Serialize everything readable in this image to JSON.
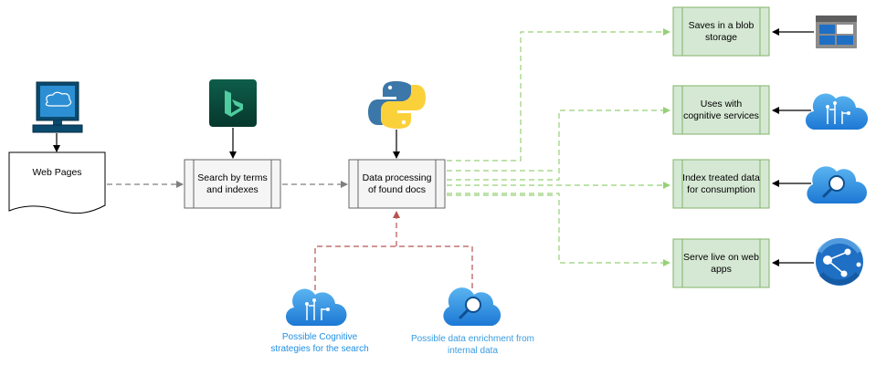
{
  "nodes": {
    "web_pages": "Web Pages",
    "search": "Search by terms and indexes",
    "processing": "Data processing of found docs",
    "blob": "Saves in a blob storage",
    "cognitive": "Uses with cognitive services",
    "index": "Index treated data for consumption",
    "serve": "Serve live on web apps"
  },
  "captions": {
    "cognitive_strategies": "Possible Cognitive strategies for the search",
    "enrichment": "Possible data enrichment from internal data"
  },
  "icons": [
    "computer-icon",
    "bing-icon",
    "python-icon",
    "blob-storage-icon",
    "cognitive-services-icon",
    "search-service-icon",
    "app-service-icon"
  ],
  "colors": {
    "green_box_fill": "#d5e8d4",
    "green_box_stroke": "#82b366",
    "grey_box_fill": "#f5f5f5",
    "grey_box_stroke": "#666666",
    "green_connector": "#97d077",
    "red_connector": "#b85450",
    "grey_connector": "#7f7f7f",
    "azure_blue": "#1f8fe3"
  }
}
